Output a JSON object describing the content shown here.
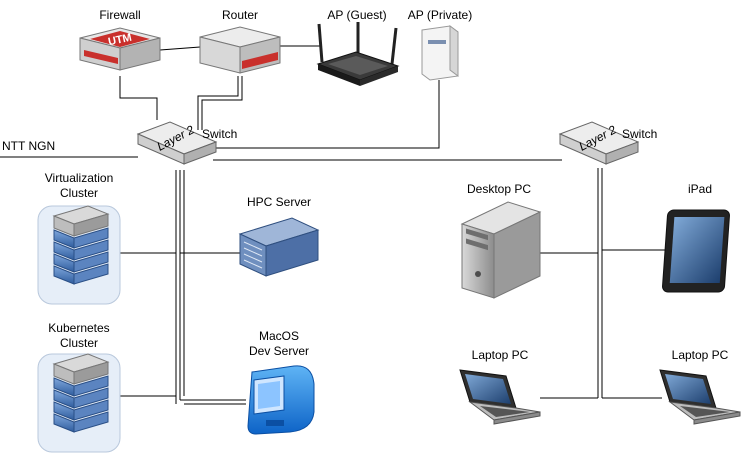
{
  "labels": {
    "firewall": "Firewall",
    "router": "Router",
    "ap_guest": "AP (Guest)",
    "ap_private": "AP (Private)",
    "switch_left": "Switch",
    "switch_right": "Switch",
    "ntt": "NTT NGN",
    "virt_line1": "Virtualization",
    "virt_line2": "Cluster",
    "hpc": "HPC Server",
    "desktop": "Desktop PC",
    "ipad": "iPad",
    "kube_line1": "Kubernetes",
    "kube_line2": "Cluster",
    "macos_line1": "MacOS",
    "macos_line2": "Dev Server",
    "laptop_left": "Laptop PC",
    "laptop_right": "Laptop PC"
  },
  "device_text": {
    "utm": "UTM",
    "layer2_left": "Layer 2",
    "layer2_right": "Layer 2"
  },
  "icons": {
    "firewall": "firewall-utm-icon",
    "router": "router-icon",
    "ap_guest": "wireless-access-point-icon",
    "ap_private": "wall-access-point-icon",
    "switch": "layer2-switch-icon",
    "server_rack": "server-rack-icon",
    "hpc": "hpc-server-icon",
    "desktop": "desktop-tower-icon",
    "ipad": "tablet-icon",
    "mac": "macos-workstation-icon",
    "laptop": "laptop-icon"
  },
  "colors": {
    "line": "#000000",
    "utm_red": "#c9302c",
    "device_gray": "#c8c8c8",
    "server_blue": "#3d6fb3",
    "mac_blue": "#1e88e5"
  }
}
